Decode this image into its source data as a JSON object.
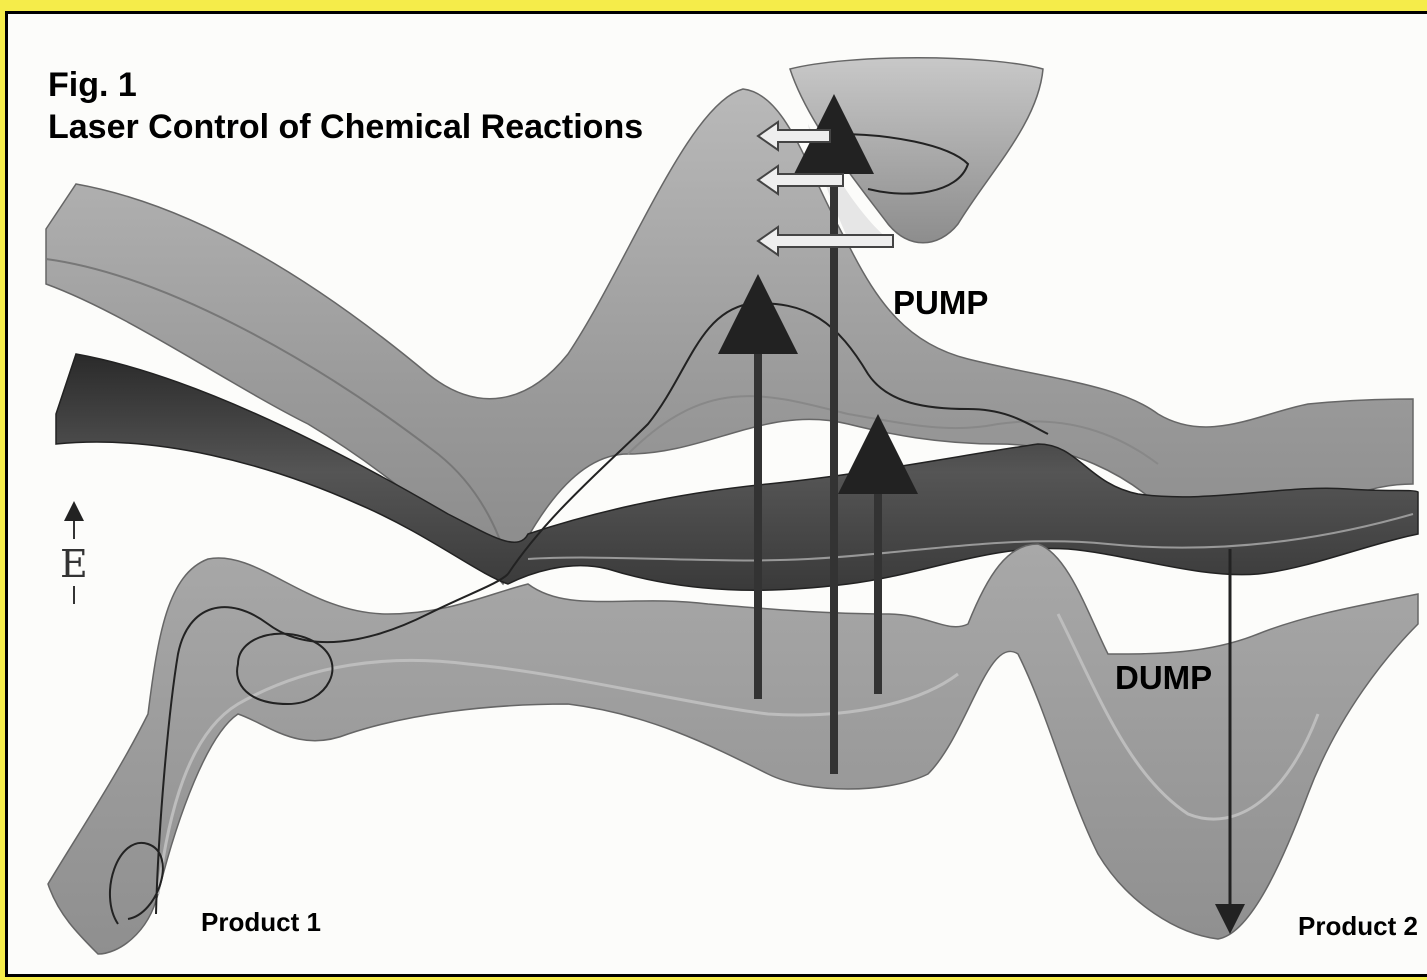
{
  "figure": {
    "number": "Fig. 1",
    "title": "Laser Control of Chemical Reactions"
  },
  "labels": {
    "pump": "PUMP",
    "dump": "DUMP",
    "energy_axis": "E",
    "product_1": "Product 1",
    "product_2": "Product 2"
  },
  "colors": {
    "frame": "#f5ec4a",
    "background": "#fcfcfa",
    "upper_surface": "#9b9b9b",
    "middle_band": "#3e3e3e",
    "lower_surface": "#a4a4a4",
    "trajectory": "#222222"
  }
}
